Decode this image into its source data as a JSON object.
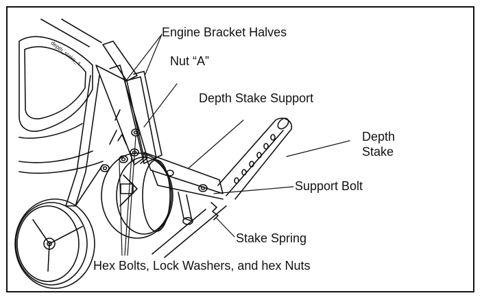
{
  "figure": {
    "file_tag": "depth_stake_4",
    "labels": {
      "engine_bracket_halves": "Engine Bracket Halves",
      "nut_a": "Nut “A”",
      "depth_stake_support": "Depth Stake Support",
      "depth_stake_line1": "Depth",
      "depth_stake_line2": "Stake",
      "support_bolt": "Support Bolt",
      "stake_spring": "Stake Spring",
      "hex_bolts": "Hex Bolts, Lock Washers, and hex Nuts"
    }
  }
}
